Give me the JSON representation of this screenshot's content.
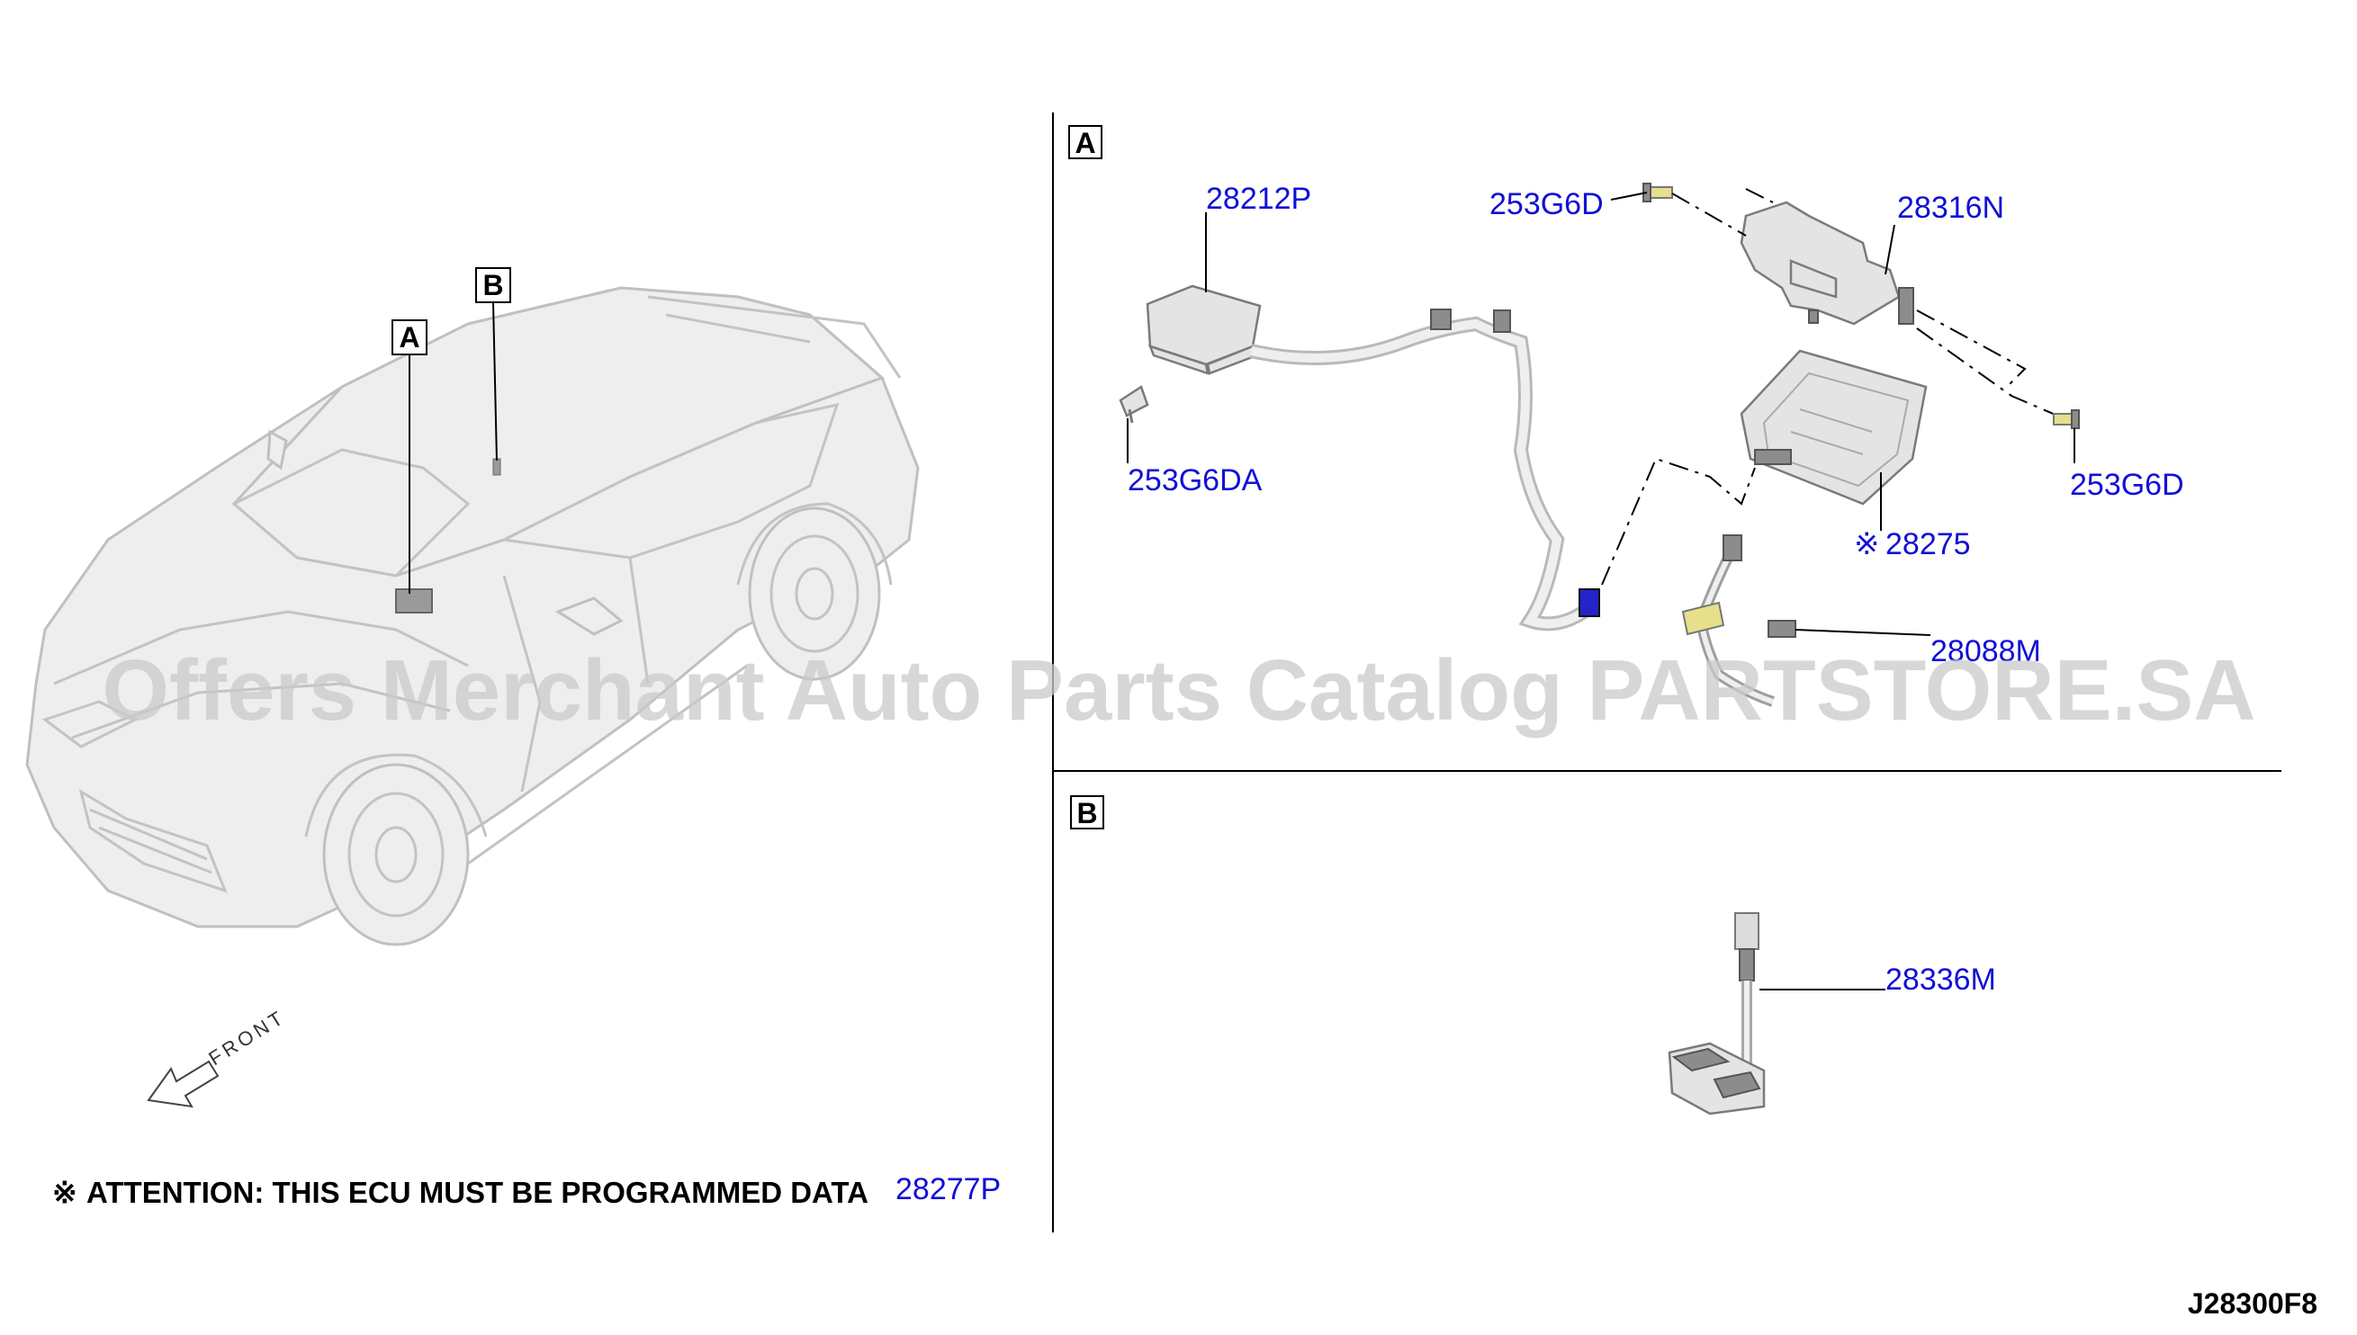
{
  "diagram": {
    "watermark": "Offers Merchant Auto Parts Catalog PARTSTORE.SA",
    "overview": {
      "callout_a": "A",
      "callout_b": "B",
      "front_label": "FRONT"
    },
    "section_a": {
      "box_label": "A",
      "parts": [
        {
          "id": "28212P",
          "label": "28212P"
        },
        {
          "id": "253G6DA",
          "label": "253G6DA"
        },
        {
          "id": "253G6D-upper",
          "label": "253G6D"
        },
        {
          "id": "28316N",
          "label": "28316N"
        },
        {
          "id": "253G6D-lower",
          "label": "253G6D"
        },
        {
          "id": "28275",
          "label": "28275",
          "marker": "※"
        },
        {
          "id": "28088M",
          "label": "28088M"
        }
      ]
    },
    "section_b": {
      "box_label": "B",
      "parts": [
        {
          "id": "28336M",
          "label": "28336M"
        }
      ]
    },
    "attention": {
      "marker": "※",
      "text": "ATTENTION: THIS ECU MUST BE PROGRAMMED DATA",
      "part_number": "28277P"
    },
    "diagram_code": "J28300F8",
    "colors": {
      "part_label": "#1010d8",
      "line": "#000000",
      "car_outline": "#c3c3c3",
      "watermark": "#c9c9c9"
    }
  }
}
